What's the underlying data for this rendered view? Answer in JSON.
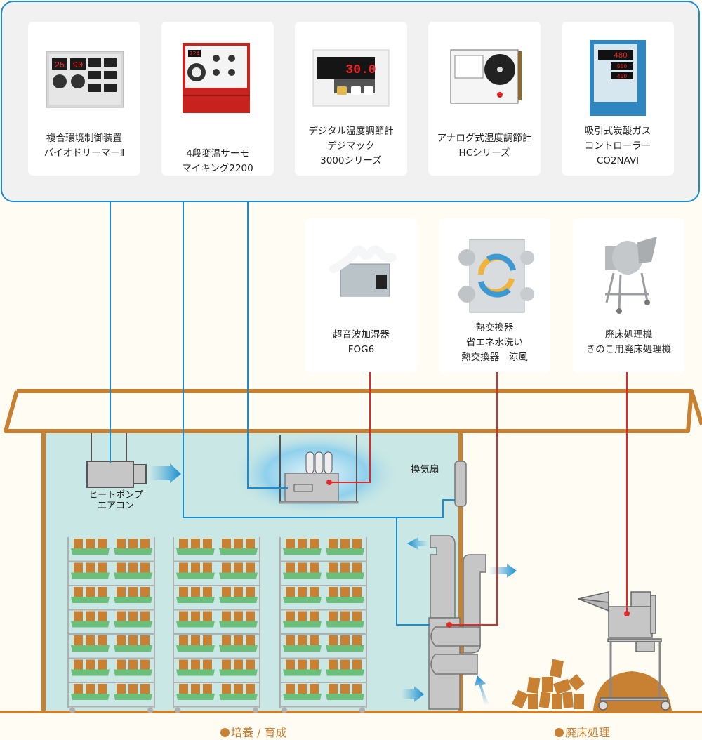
{
  "controllers": [
    {
      "name": "bio-dreamer",
      "lines": [
        "複合環境制御装置",
        "バイオドリーマーⅡ"
      ],
      "display": [
        "25",
        "90"
      ]
    },
    {
      "name": "maiking",
      "lines": [
        "4段変温サーモ",
        "マイキング2200"
      ],
      "display": [
        "224"
      ]
    },
    {
      "name": "digimac",
      "lines": [
        "デジタル温度調節計",
        "デジマック",
        "3000シリーズ"
      ],
      "display": [
        "30.0"
      ]
    },
    {
      "name": "hc-series",
      "lines": [
        "アナログ式湿度調節計",
        "HCシリーズ"
      ]
    },
    {
      "name": "co2navi",
      "lines": [
        "吸引式炭酸ガス",
        "コントローラー",
        "CO2NAVI"
      ],
      "display": [
        "480",
        "500",
        "400"
      ]
    }
  ],
  "equipment": [
    {
      "name": "fog6",
      "lines": [
        "超音波加湿器",
        "FOG6"
      ]
    },
    {
      "name": "heat-exchanger",
      "lines": [
        "熱交換器",
        "省エネ水洗い",
        "熱交換器　涼風"
      ]
    },
    {
      "name": "waste-processor",
      "lines": [
        "廃床処理機",
        "きのこ用廃床処理機"
      ]
    }
  ],
  "scene": {
    "heat_pump_label": [
      "ヒートポンプ",
      "エアコン"
    ],
    "fan_label": "換気扇"
  },
  "zones": {
    "cultivation": "培養 / 育成",
    "waste": "廃床処理"
  },
  "colors": {
    "control_line": "#1a8ccf",
    "power_line": "#e02a2a",
    "building": "#c88033",
    "room": "#c9e7e4",
    "tray": "#6cbf7b",
    "block": "#c88033"
  }
}
